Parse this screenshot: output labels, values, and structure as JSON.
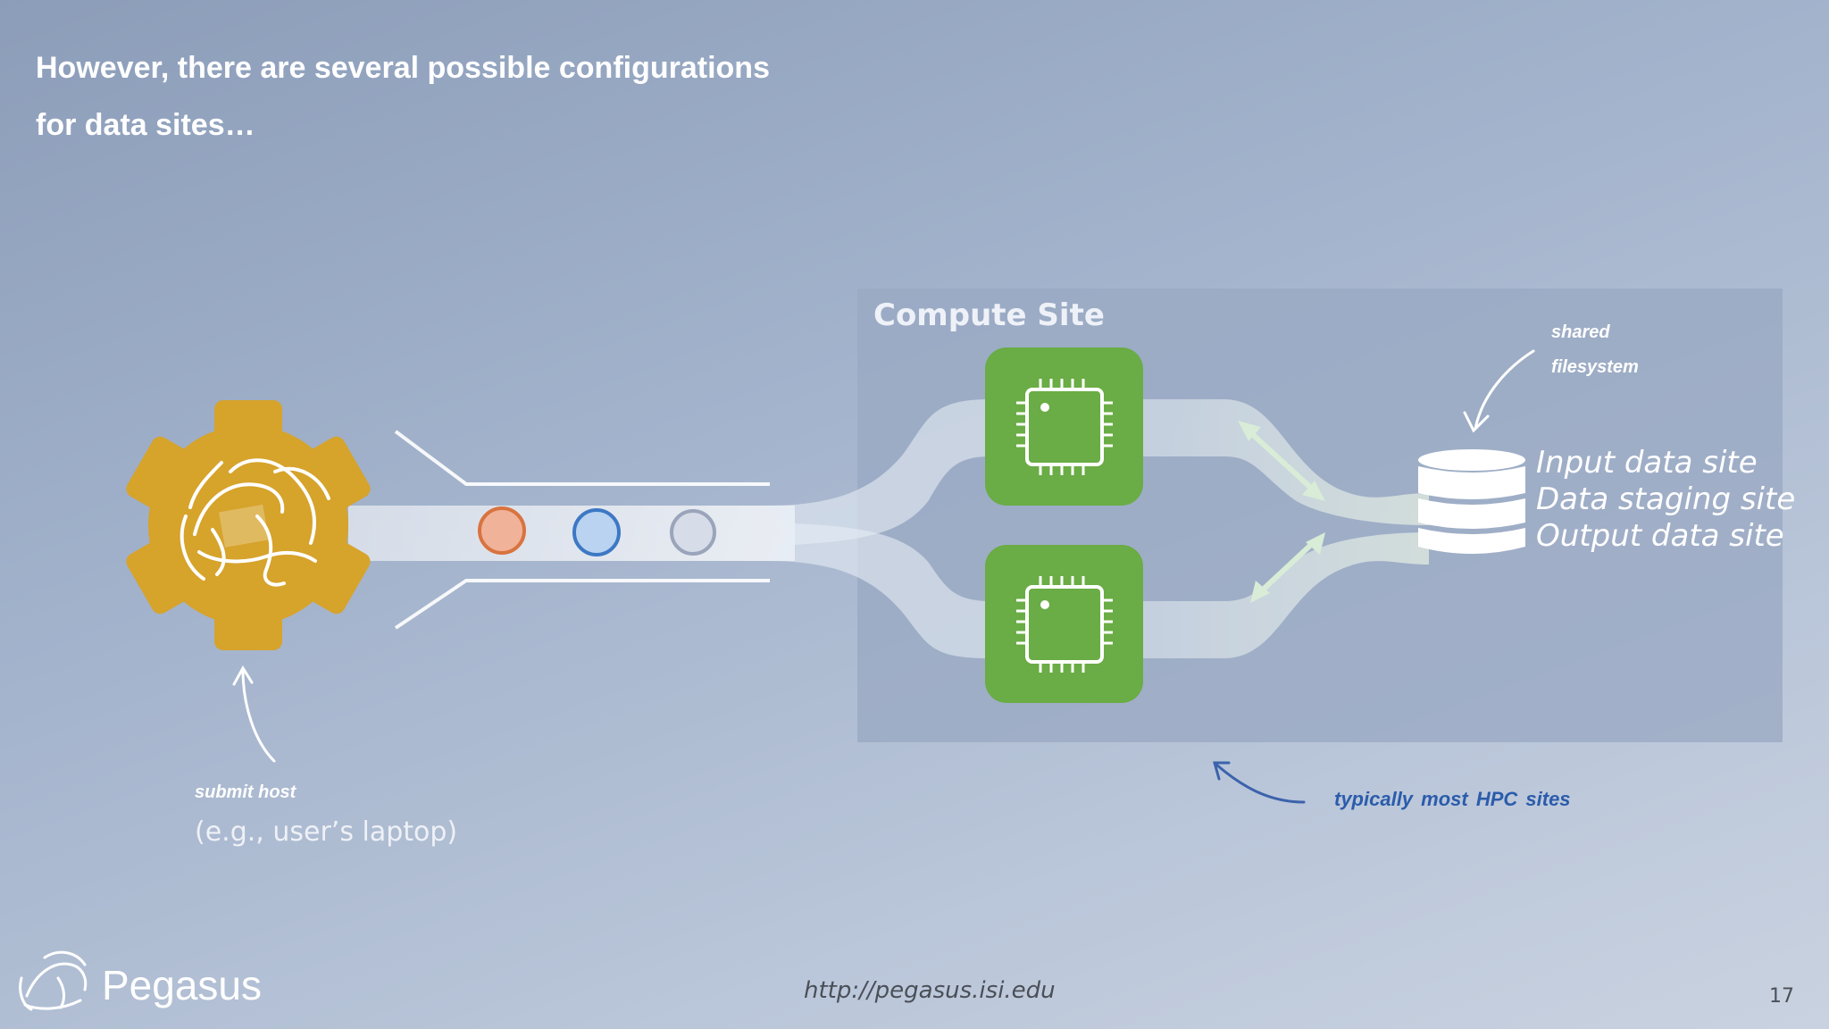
{
  "slide": {
    "title_lines": [
      "However, there are several possible configurations",
      "for data sites…"
    ],
    "page_number": "17",
    "footer_url": "http://pegasus.isi.edu",
    "brand_name": "Pegasus"
  },
  "diagram": {
    "compute_site_label": "Compute Site",
    "shared_filesystem_lines": [
      "shared",
      "filesystem"
    ],
    "data_site_labels": [
      "Input data site",
      "Data staging site",
      "Output data site"
    ],
    "hpc_note": "typically most HPC sites",
    "submit_host_label": "submit host",
    "submit_host_example": "(e.g., user’s laptop)",
    "job_dots": [
      {
        "fill": "#f0b399",
        "stroke": "#d9733f"
      },
      {
        "fill": "#b9d3f0",
        "stroke": "#3d78c4"
      },
      {
        "fill": "#d7dde8",
        "stroke": "#9aa5bb"
      }
    ],
    "colors": {
      "gear": "#d6a32b",
      "cpu": "#6aac45",
      "compute_box": "#9dabc4",
      "hpc_text": "#2b5cab",
      "arrow_light": "#d9ecd7"
    },
    "icons": [
      "pegasus-gear-logo",
      "cpu-chip-icon",
      "database-icon",
      "pegasus-logo-icon"
    ]
  }
}
